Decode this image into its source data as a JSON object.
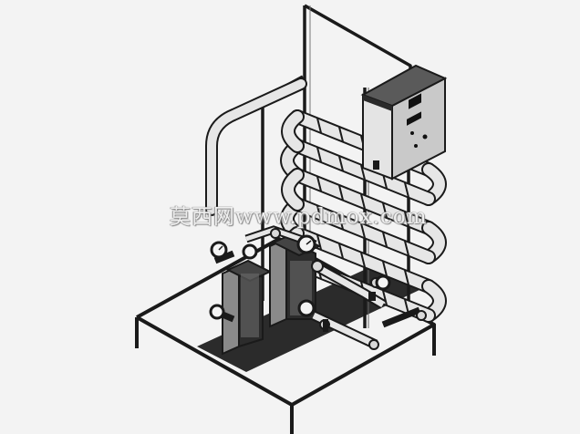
{
  "watermark": {
    "text": "莫西网www.pdmox.com"
  },
  "colors": {
    "background": "#f3f3f3",
    "frame": "#1a1a1a",
    "pipe_fill": "#e6e6e6",
    "cabinet_front": "#e4e4e4",
    "cabinet_side": "#c9c9c9",
    "base_plate": "#2b2b2b"
  },
  "components": {
    "frame": "tube-frame",
    "control_cabinet": "electrical-cabinet",
    "heat_exchangers": "plate-heat-exchangers",
    "coil": "serpentine-pipe-coil",
    "gauges": "pressure-gauge"
  }
}
